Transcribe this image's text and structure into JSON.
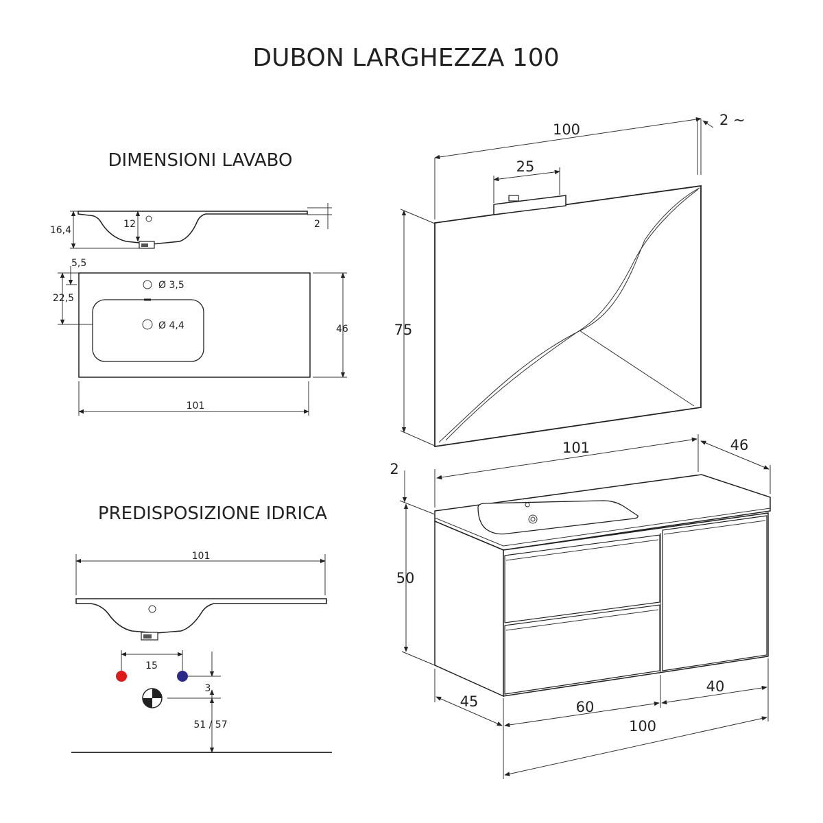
{
  "title": "DUBON LARGHEZZA 100",
  "sections": {
    "basin": "DIMENSIONI LAVABO",
    "plumbing": "PREDISPOSIZIONE IDRICA"
  },
  "basin_profile": {
    "height": "16,4",
    "depth": "12",
    "rim": "2"
  },
  "basin_top": {
    "offset_small": "5,5",
    "offset": "22,5",
    "hole_tap": "Ø 3,5",
    "hole_drain": "Ø 4,4",
    "depth": "46",
    "width": "101"
  },
  "plumbing": {
    "width": "101",
    "spacing": "15",
    "offset": "3",
    "height": "51 / 57",
    "hot_color": "#e01a1a",
    "cold_color": "#2a2a8a"
  },
  "mirror": {
    "width": "100",
    "light_width": "25",
    "gap": "2 ~",
    "height": "75"
  },
  "cabinet": {
    "top_width": "101",
    "top_depth": "46",
    "top_thickness": "2",
    "height": "50",
    "depth": "45",
    "drawer_width": "60",
    "door_width": "40",
    "total_width": "100"
  }
}
